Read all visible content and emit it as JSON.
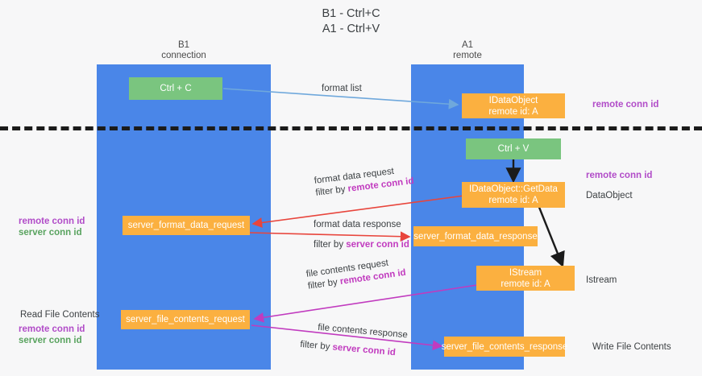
{
  "title": {
    "line1": "B1 - Ctrl+C",
    "line2": "A1 - Ctrl+V"
  },
  "columns": [
    {
      "name": "B1",
      "role": "connection"
    },
    {
      "name": "A1",
      "role": "remote"
    }
  ],
  "nodes": {
    "ctrl_c": {
      "label": "Ctrl + C"
    },
    "idataobject": {
      "line1": "IDataObject",
      "line2": "remote id: A"
    },
    "ctrl_v": {
      "label": "Ctrl + V"
    },
    "getdata": {
      "line1": "IDataObject::GetData",
      "line2": "remote id: A"
    },
    "server_format_data_request": {
      "label": "server_format_data_request"
    },
    "server_format_data_response": {
      "label": "server_format_data_response"
    },
    "istream": {
      "line1": "IStream",
      "line2": "remote id: A"
    },
    "server_file_contents_request": {
      "label": "server_file_contents_request"
    },
    "server_file_contents_response": {
      "label": "server_file_contents_response"
    }
  },
  "edges": {
    "format_list": {
      "label": "format list"
    },
    "format_data_request": {
      "label": "format data request",
      "filter_prefix": "filter by ",
      "filter_key": "remote conn id"
    },
    "format_data_response": {
      "label": "format data response",
      "filter_prefix": "filter by ",
      "filter_key": "server conn id"
    },
    "file_contents_request": {
      "label": "file contents request",
      "filter_prefix": "filter by ",
      "filter_key": "remote conn id"
    },
    "file_contents_response": {
      "label": "file contents response",
      "filter_prefix": "filter by ",
      "filter_key": "server conn id"
    }
  },
  "annotations": {
    "remote_conn_id_top": "remote conn id",
    "remote_conn_id_mid": "remote conn id",
    "dataobject": "DataObject",
    "istream": "Istream",
    "write_file_contents": "Write File Contents",
    "read_file_contents": "Read File Contents",
    "left_keys": {
      "remote": "remote conn id",
      "server": "server conn id"
    },
    "left_keys_bottom": {
      "remote": "remote conn id",
      "server": "server conn id"
    }
  },
  "colors": {
    "lane": "#4a86e8",
    "green_node": "#7ac57f",
    "orange_node": "#fbb040",
    "remote_conn_id": "#b14cc8",
    "server_conn_id": "#59a35f",
    "red_arrow": "#e8453c",
    "magenta_arrow": "#c13bbf",
    "blue_arrow": "#6fa8dc",
    "black_arrow": "#1b1b1b"
  }
}
